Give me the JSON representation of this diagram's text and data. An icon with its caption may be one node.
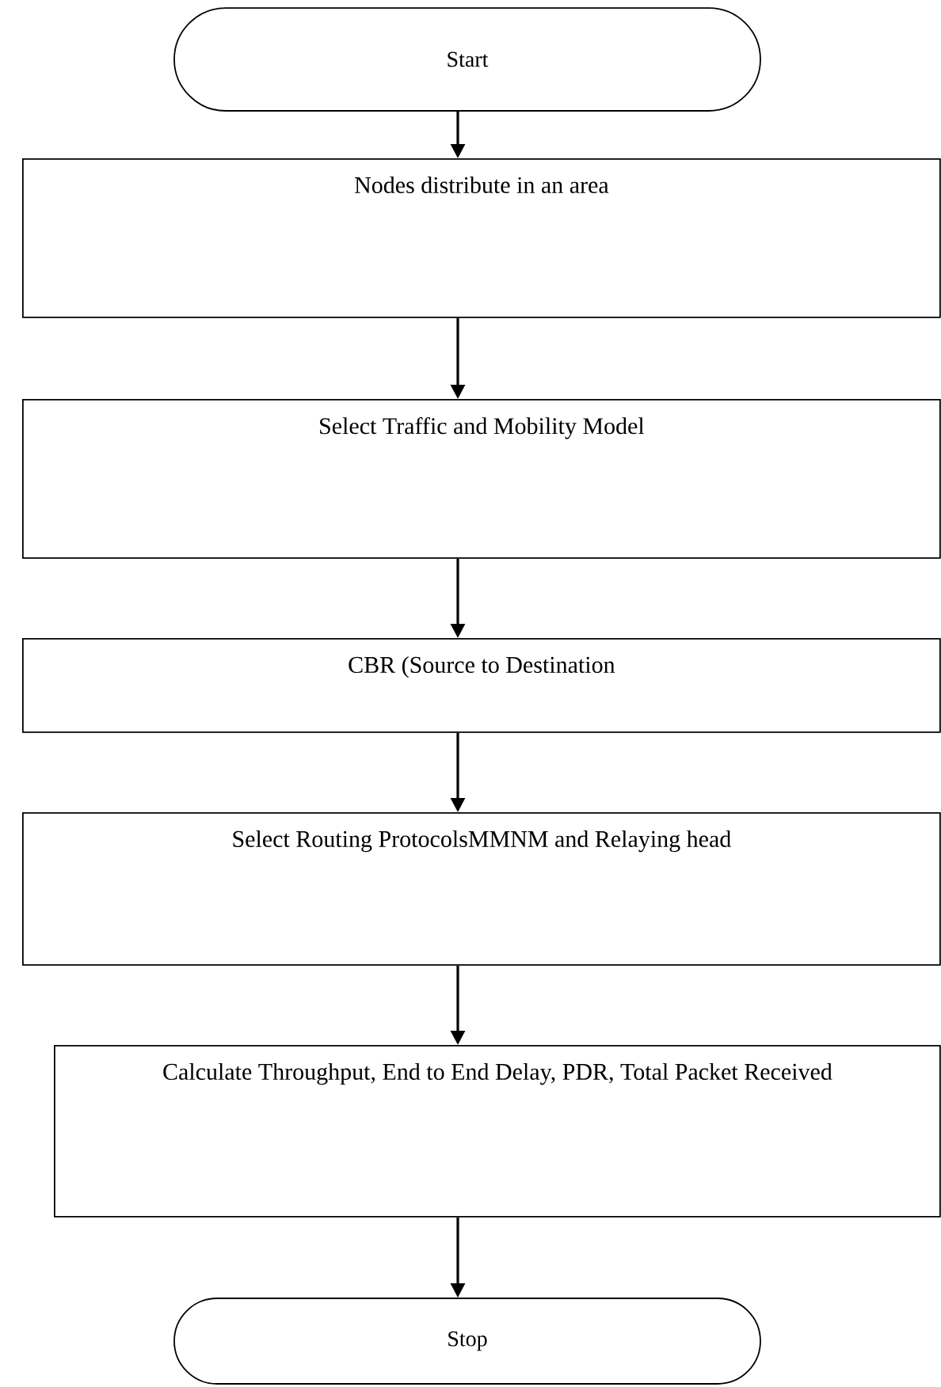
{
  "diagram": {
    "nodes": [
      {
        "text": [
          "Start"
        ]
      },
      {
        "text": [
          "Nodes distribute in an area"
        ]
      },
      {
        "text": [
          "Select Traffic and Mobility Model"
        ]
      },
      {
        "text": [
          "CBR (Source to Destination"
        ]
      },
      {
        "text": [
          "Select Routing ProtocolsMMNM and Relaying head"
        ]
      },
      {
        "text": [
          "Calculate Throughput, End to End Delay, PDR, Total Packet Received"
        ]
      },
      {
        "text": [
          "Stop"
        ]
      }
    ],
    "edges": [
      {
        "from": 0,
        "to": 1,
        "arrow": "to"
      },
      {
        "from": 1,
        "to": 2,
        "arrow": "to"
      },
      {
        "from": 2,
        "to": 3,
        "arrow": "to"
      },
      {
        "from": 3,
        "to": 4,
        "arrow": "to"
      },
      {
        "from": 4,
        "to": 5,
        "arrow": "to"
      },
      {
        "from": 5,
        "to": 6,
        "arrow": "to"
      }
    ]
  }
}
